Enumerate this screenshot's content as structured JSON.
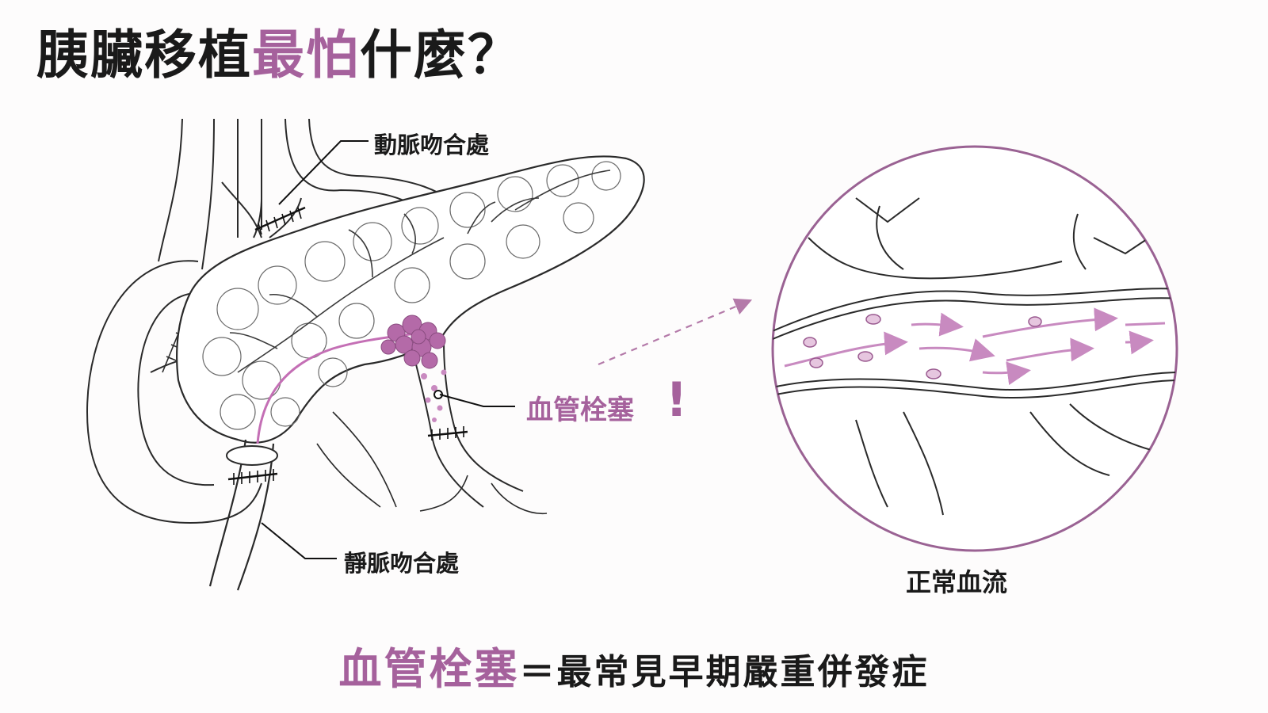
{
  "title": {
    "part1": "胰臟移植",
    "accent": "最怕",
    "part2": "什麼？"
  },
  "labels": {
    "arterial": "動脈吻合處",
    "venous": "靜脈吻合處",
    "thrombosis": "血管栓塞",
    "exclaim": "!",
    "normal_flow": "正常血流"
  },
  "footer": {
    "accent": "血管栓塞",
    "rest": "＝最常見早期嚴重併發症"
  },
  "colors": {
    "accent": "#a5619c",
    "ink": "#1a1a1a",
    "clot": "#b46aa8"
  }
}
